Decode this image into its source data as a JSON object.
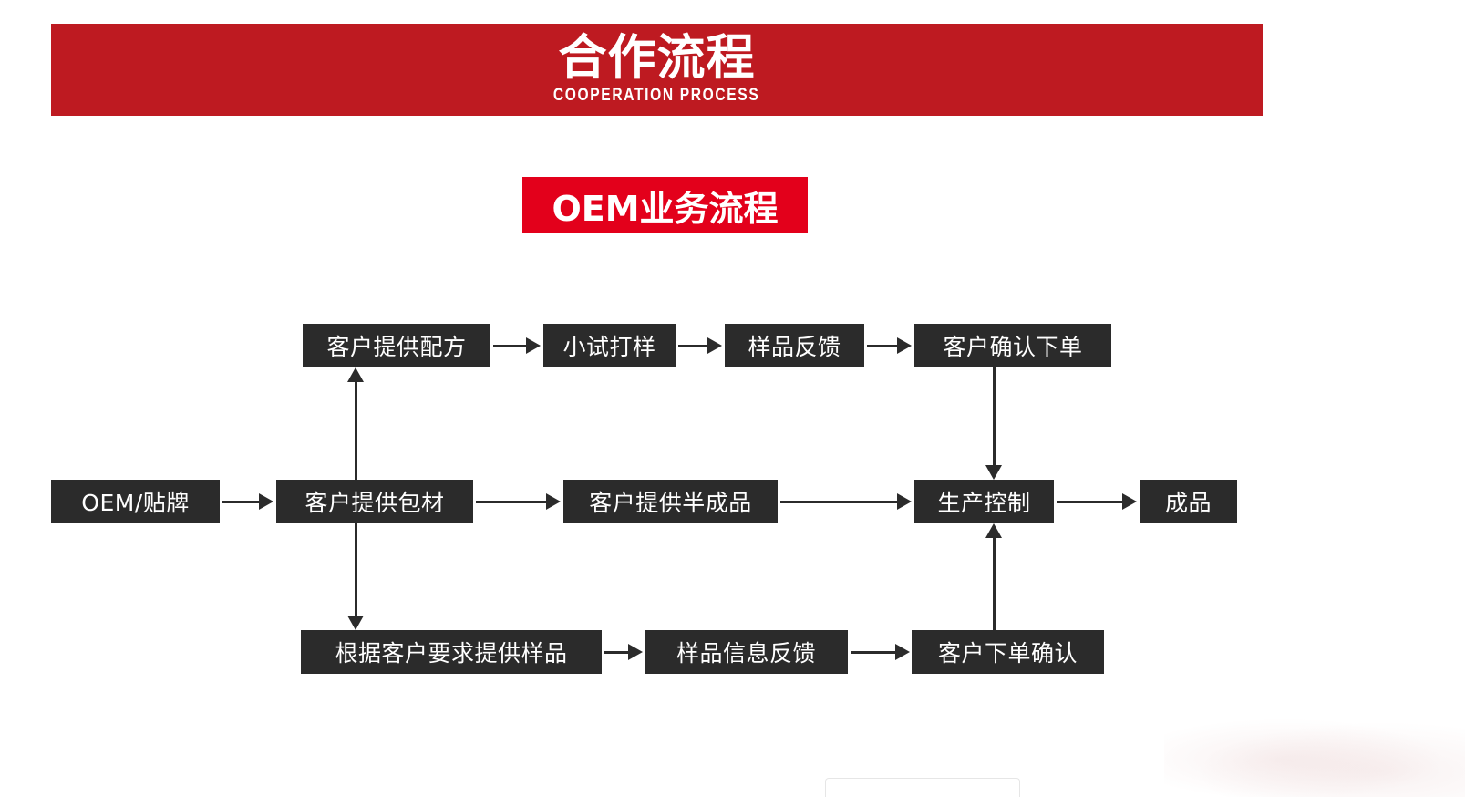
{
  "banner": {
    "title": "合作流程",
    "subtitle": "COOPERATION PROCESS",
    "background_color": "#be1a21",
    "text_color": "#ffffff"
  },
  "section": {
    "label": "OEM业务流程",
    "background_color": "#e3001b",
    "text_color": "#ffffff"
  },
  "diagram": {
    "node_color": "#2b2b2b",
    "node_text_color": "#ffffff",
    "connector_color": "#2b2b2b",
    "rows": {
      "top": [
        {
          "id": "customer-provides-formula",
          "label": "客户提供配方"
        },
        {
          "id": "trial-sampling",
          "label": "小试打样"
        },
        {
          "id": "sample-feedback",
          "label": "样品反馈"
        },
        {
          "id": "customer-confirms-order",
          "label": "客户确认下单"
        }
      ],
      "middle": [
        {
          "id": "oem-private-label",
          "label": "OEM/贴牌"
        },
        {
          "id": "customer-provides-packaging",
          "label": "客户提供包材"
        },
        {
          "id": "customer-provides-semi-finished",
          "label": "客户提供半成品"
        },
        {
          "id": "production-control",
          "label": "生产控制"
        },
        {
          "id": "finished-product",
          "label": "成品"
        }
      ],
      "bottom": [
        {
          "id": "provide-sample-per-request",
          "label": "根据客户要求提供样品"
        },
        {
          "id": "sample-info-feedback",
          "label": "样品信息反馈"
        },
        {
          "id": "customer-order-confirmation",
          "label": "客户下单确认"
        }
      ]
    },
    "connectors": [
      {
        "id": "formula-to-trial",
        "direction": "right"
      },
      {
        "id": "trial-to-sample-feedback",
        "direction": "right"
      },
      {
        "id": "sample-feedback-to-confirm-order",
        "direction": "right"
      },
      {
        "id": "oem-to-packaging",
        "direction": "right"
      },
      {
        "id": "packaging-to-semi-finished",
        "direction": "right"
      },
      {
        "id": "semi-finished-to-production",
        "direction": "right"
      },
      {
        "id": "production-to-finished",
        "direction": "right"
      },
      {
        "id": "provide-sample-to-info-feedback",
        "direction": "right"
      },
      {
        "id": "info-feedback-to-order-confirm",
        "direction": "right"
      },
      {
        "id": "packaging-to-formula",
        "direction": "up"
      },
      {
        "id": "packaging-to-provide-sample",
        "direction": "down"
      },
      {
        "id": "confirm-order-to-production",
        "direction": "down"
      },
      {
        "id": "order-confirm-to-production",
        "direction": "up"
      }
    ]
  }
}
